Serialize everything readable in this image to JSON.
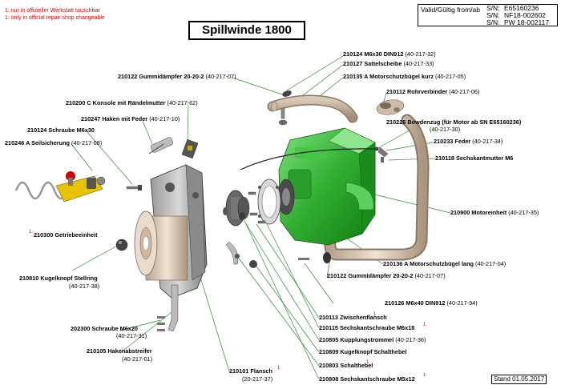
{
  "title": "Spillwinde 1800",
  "notes": {
    "note1": "1: nur in offizieller Werkstatt tauschbar",
    "note2": "1: only in official repair shop changeable"
  },
  "validity": {
    "label": "Valid/Gültig from/ab",
    "sn_label": "S/N:",
    "serials": [
      "E65160236",
      "NF18-002602",
      "PW 18-002117"
    ]
  },
  "stand": "Stand 01.05.2017",
  "footnote_marker": "1",
  "parts": [
    {
      "id": "p1",
      "text": "210124 M6x30 DIN912",
      "ref": "(40-217-32)"
    },
    {
      "id": "p2",
      "text": "210127 Sattelscheibe",
      "ref": "(40-217-33)"
    },
    {
      "id": "p3",
      "text": "210135 A Motorschutzbügel kurz",
      "ref": "(40-217-05)"
    },
    {
      "id": "p4",
      "text": "210122 Gummidämpfer 20-20-2",
      "ref": "(40-217-07)"
    },
    {
      "id": "p5",
      "text": "210112 Rohrverbinder",
      "ref": "(40-217-06)"
    },
    {
      "id": "p6",
      "text": "210200 C Konsole mit Rändelmutter",
      "ref": "(40-217-62)"
    },
    {
      "id": "p7",
      "text": "210247 Haken mit Feder",
      "ref": "(40-217-10)"
    },
    {
      "id": "p8",
      "text": "210226 Bowdenzug (für Motor ab  SN E65160236)",
      "ref": "(40-217-30)"
    },
    {
      "id": "p9",
      "text": "210124 Schraube M6x30",
      "ref": ""
    },
    {
      "id": "p10",
      "text": "210246 A Seilsicherung",
      "ref": "(40-217-08)"
    },
    {
      "id": "p11",
      "text": "210233 Feder",
      "ref": "(40-217-34)"
    },
    {
      "id": "p12",
      "text": "210118 Sechskantmutter M6",
      "ref": ""
    },
    {
      "id": "p13",
      "text": "210900 Motoreinheit",
      "ref": "(40-217-35)"
    },
    {
      "id": "p14",
      "text": "210300 Getriebeeinheit",
      "ref": ""
    },
    {
      "id": "p15",
      "text": "210136 A Motorschutzbügel lang",
      "ref": "(40-217-04)"
    },
    {
      "id": "p16",
      "text": "210810 Kugelknopf Stellring",
      "ref": "(40-217-38)"
    },
    {
      "id": "p17",
      "text": "210122 Gummidämpfer 20-20-2",
      "ref": "(40-217-07)"
    },
    {
      "id": "p18",
      "text": "210126 M6x40 DIN912",
      "ref": "(40-217-94)"
    },
    {
      "id": "p19",
      "text": "210113 Zwischenflansch",
      "ref": ""
    },
    {
      "id": "p20",
      "text": "202300 Schraube M6x20",
      "ref": "(40-217-31)"
    },
    {
      "id": "p21",
      "text": "210115 Sechskantschraube M6x18",
      "ref": ""
    },
    {
      "id": "p22",
      "text": "210805 Kupplungstrommel",
      "ref": "(40-217-36)"
    },
    {
      "id": "p23",
      "text": "210105 Hakenabstreifer",
      "ref": "(40-217-01)"
    },
    {
      "id": "p24",
      "text": "210809 Kugelknopf Schalthebel",
      "ref": ""
    },
    {
      "id": "p25",
      "text": "210803 Schalthebel",
      "ref": ""
    },
    {
      "id": "p26",
      "text": "210101 Flansch",
      "ref": "(20-217-37)"
    },
    {
      "id": "p27",
      "text": "210808 Sechskantschraube M5x12",
      "ref": ""
    }
  ]
}
